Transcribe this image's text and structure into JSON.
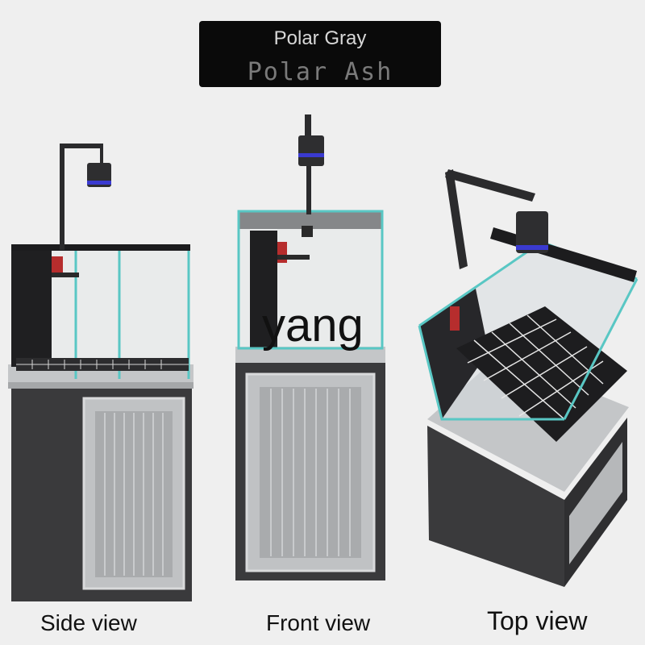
{
  "banner": {
    "line1": "Polar Gray",
    "line2": "Polar Ash"
  },
  "watermark": "yang",
  "views": {
    "side": "Side view",
    "front": "Front view",
    "top": "Top view"
  },
  "colors": {
    "background": "#efefef",
    "cabinet_dark": "#3a3a3c",
    "door_panel": "#b9bbbd",
    "glass_edge": "#59c7c4",
    "light_ring": "#3a3ad0"
  }
}
